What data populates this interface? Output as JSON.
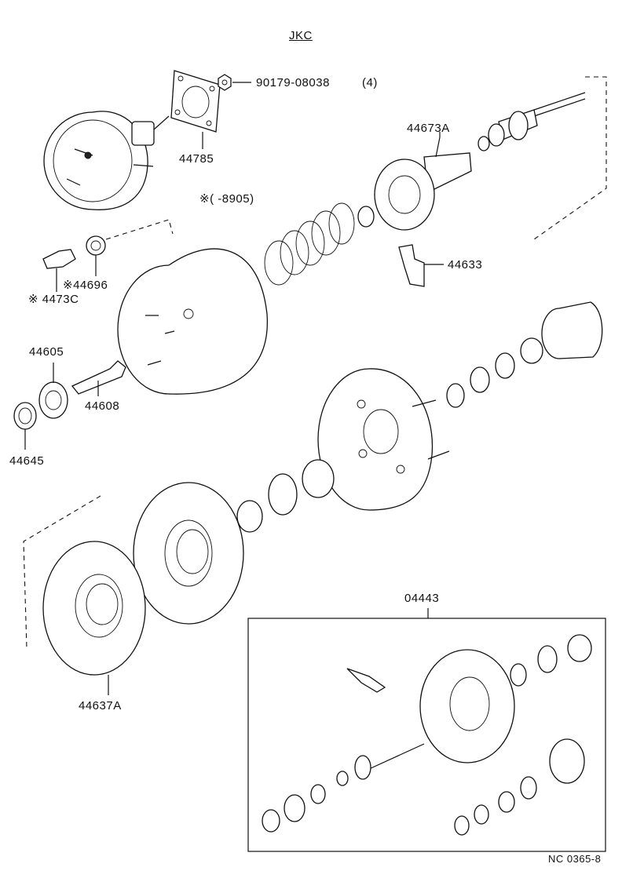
{
  "header": {
    "model_code": "JKC"
  },
  "note": {
    "applicability": "※(      -8905)"
  },
  "footer": {
    "diagram_id": "NC 0365-8"
  },
  "callouts": {
    "nut": "90179-08038",
    "nut_qty": "(4)",
    "gasket": "44785",
    "valve_body": "44673A",
    "key": "44633",
    "seal_a": "※44696",
    "check_valve": "※ 4473C",
    "bearing": "44605",
    "push_rod": "44608",
    "retainer": "44645",
    "diaphragm": "44637A",
    "kit": "04443"
  },
  "icons": [
    "booster-assembly-icon",
    "gasket-icon",
    "nut-icon",
    "valve-rod-icon",
    "valve-body-icon",
    "key-icon",
    "spring-icon",
    "front-shell-icon",
    "rear-shell-icon",
    "diaphragm-icon",
    "plate-icon",
    "check-valve-icon",
    "grommet-icon",
    "bearing-icon",
    "push-rod-icon",
    "retainer-icon",
    "boot-icon",
    "repair-kit-frame"
  ]
}
